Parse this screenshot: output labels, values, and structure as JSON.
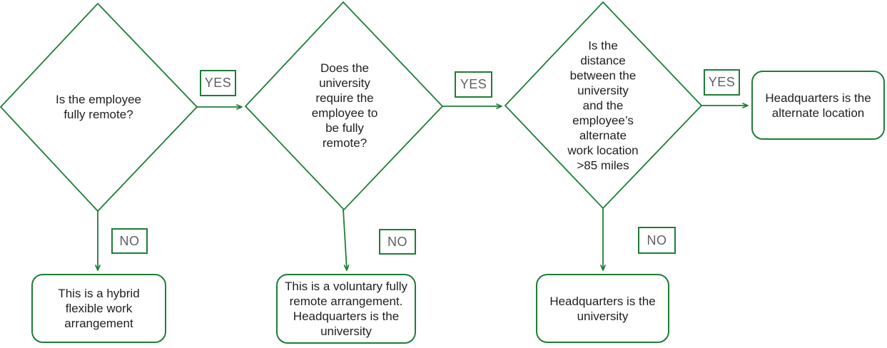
{
  "colors": {
    "line_green": "#1e7d37",
    "label_gray": "#5f5f5f",
    "text_dark": "#1f1f1f",
    "background": "#ffffff"
  },
  "labels": {
    "yes": "YES",
    "no": "NO"
  },
  "decisions": [
    {
      "id": "fully-remote",
      "question": "Is the employee\nfully remote?"
    },
    {
      "id": "university-requires",
      "question": "Does the\nuniversity\nrequire the\nemployee to\nbe fully\nremote?"
    },
    {
      "id": "distance-over-85",
      "question": "Is the\ndistance\nbetween the\nuniversity\nand the\nemployee’s\nalternate\nwork location\n>85 miles"
    }
  ],
  "outcomes": [
    {
      "id": "hybrid",
      "text": "This is a hybrid\nflexible work\narrangement"
    },
    {
      "id": "voluntary-remote",
      "text": "This is a voluntary fully\nremote arrangement.\nHeadquarters is the\nuniversity"
    },
    {
      "id": "hq-university",
      "text": "Headquarters is the\nuniversity"
    },
    {
      "id": "hq-alternate",
      "text": "Headquarters is the\nalternate location"
    }
  ]
}
